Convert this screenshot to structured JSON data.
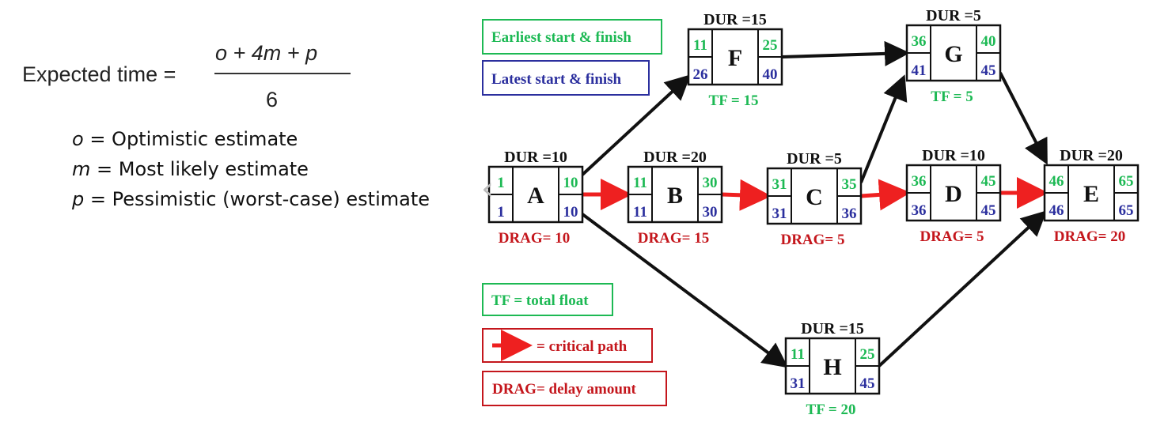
{
  "formula": {
    "label": "Expected time =",
    "numerator": "o + 4m + p",
    "denominator": "6"
  },
  "definitions": [
    {
      "var": "o",
      "text": " = Optimistic estimate"
    },
    {
      "var": "m",
      "text": " = Most likely estimate"
    },
    {
      "var": "p",
      "text": " = Pessimistic (worst-case) estimate"
    }
  ],
  "legend": {
    "earliest": "Earliest start & finish",
    "latest": "Latest start & finish",
    "tf": "TF = total float",
    "critical": "= critical path",
    "drag": "DRAG= delay amount"
  },
  "colors": {
    "green": "#1db954",
    "blue": "#2b2f9e",
    "red": "#c4161c",
    "arrow_red": "#ee2020",
    "black": "#111111"
  },
  "nodes": {
    "A": {
      "dur": "DUR =10",
      "name": "A",
      "es": "1",
      "ef": "10",
      "ls": "1",
      "lf": "10",
      "note": "DRAG= 10"
    },
    "B": {
      "dur": "DUR =20",
      "name": "B",
      "es": "11",
      "ef": "30",
      "ls": "11",
      "lf": "30",
      "note": "DRAG= 15"
    },
    "C": {
      "dur": "DUR =5",
      "name": "C",
      "es": "31",
      "ef": "35",
      "ls": "31",
      "lf": "36",
      "note": "DRAG= 5"
    },
    "D": {
      "dur": "DUR =10",
      "name": "D",
      "es": "36",
      "ef": "45",
      "ls": "36",
      "lf": "45",
      "note": "DRAG= 5"
    },
    "E": {
      "dur": "DUR =20",
      "name": "E",
      "es": "46",
      "ef": "65",
      "ls": "46",
      "lf": "65",
      "note": "DRAG= 20"
    },
    "F": {
      "dur": "DUR =15",
      "name": "F",
      "es": "11",
      "ef": "25",
      "ls": "26",
      "lf": "40",
      "note": "TF = 15"
    },
    "G": {
      "dur": "DUR =5",
      "name": "G",
      "es": "36",
      "ef": "40",
      "ls": "41",
      "lf": "45",
      "note": "TF = 5"
    },
    "H": {
      "dur": "DUR =15",
      "name": "H",
      "es": "11",
      "ef": "25",
      "ls": "31",
      "lf": "45",
      "note": "TF = 20"
    }
  },
  "edges": [
    {
      "from": "A",
      "to": "B",
      "critical": true
    },
    {
      "from": "B",
      "to": "C",
      "critical": true
    },
    {
      "from": "C",
      "to": "D",
      "critical": true
    },
    {
      "from": "D",
      "to": "E",
      "critical": true
    },
    {
      "from": "A",
      "to": "F",
      "critical": false
    },
    {
      "from": "F",
      "to": "G",
      "critical": false
    },
    {
      "from": "C",
      "to": "G",
      "critical": false
    },
    {
      "from": "G",
      "to": "E",
      "critical": false
    },
    {
      "from": "A",
      "to": "H",
      "critical": false
    },
    {
      "from": "H",
      "to": "E",
      "critical": false
    }
  ],
  "nav": {
    "prev_glyph": "‹"
  }
}
